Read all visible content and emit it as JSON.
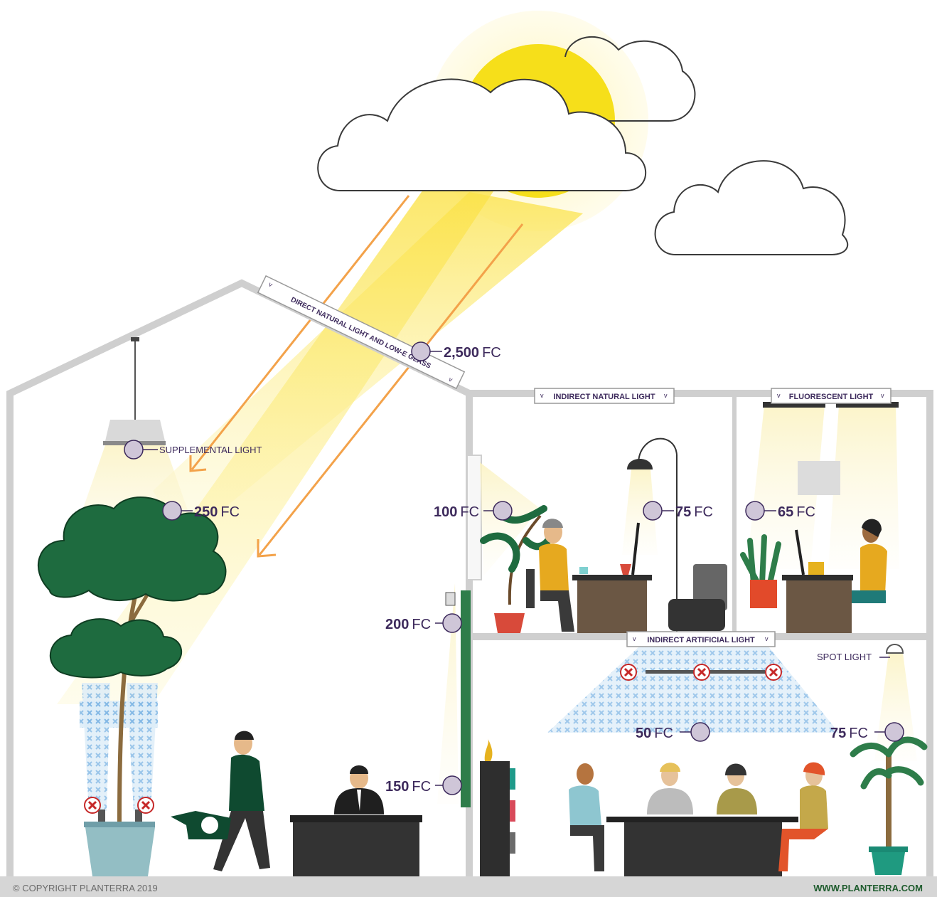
{
  "labels": {
    "direct_natural": "DIRECT NATURAL LIGHT AND LOW-E GLASS",
    "indirect_natural": "INDIRECT NATURAL LIGHT",
    "fluorescent": "FLUORESCENT LIGHT",
    "indirect_artificial": "INDIRECT ARTIFICIAL LIGHT",
    "supplemental": "SUPPLEMENTAL LIGHT",
    "spot": "SPOT LIGHT"
  },
  "readings": {
    "r2500": "2,500",
    "r250": "250",
    "r100": "100",
    "r75_desk": "75",
    "r65": "65",
    "r200": "200",
    "r150": "150",
    "r50": "50",
    "r75_spot": "75",
    "unit": "FC"
  },
  "badge": {
    "chevron": "v"
  },
  "footer": {
    "copyright": "© COPYRIGHT PLANTERRA 2019",
    "url": "WWW.PLANTERRA.COM"
  },
  "icons": [
    "cloud-icon",
    "sun-icon",
    "light-meter-icon",
    "blocked-x-icon",
    "ceiling-lamp-icon",
    "desk-lamp-icon",
    "spot-light-icon",
    "watering-can-icon"
  ],
  "colors": {
    "label_text": "#3d2a5c",
    "wall": "#cfcfcf",
    "sunbeam": "#fbe968",
    "plant_green": "#2e7d4a",
    "footer_green": "#1f5c2e",
    "blocked_red": "#c62828"
  }
}
